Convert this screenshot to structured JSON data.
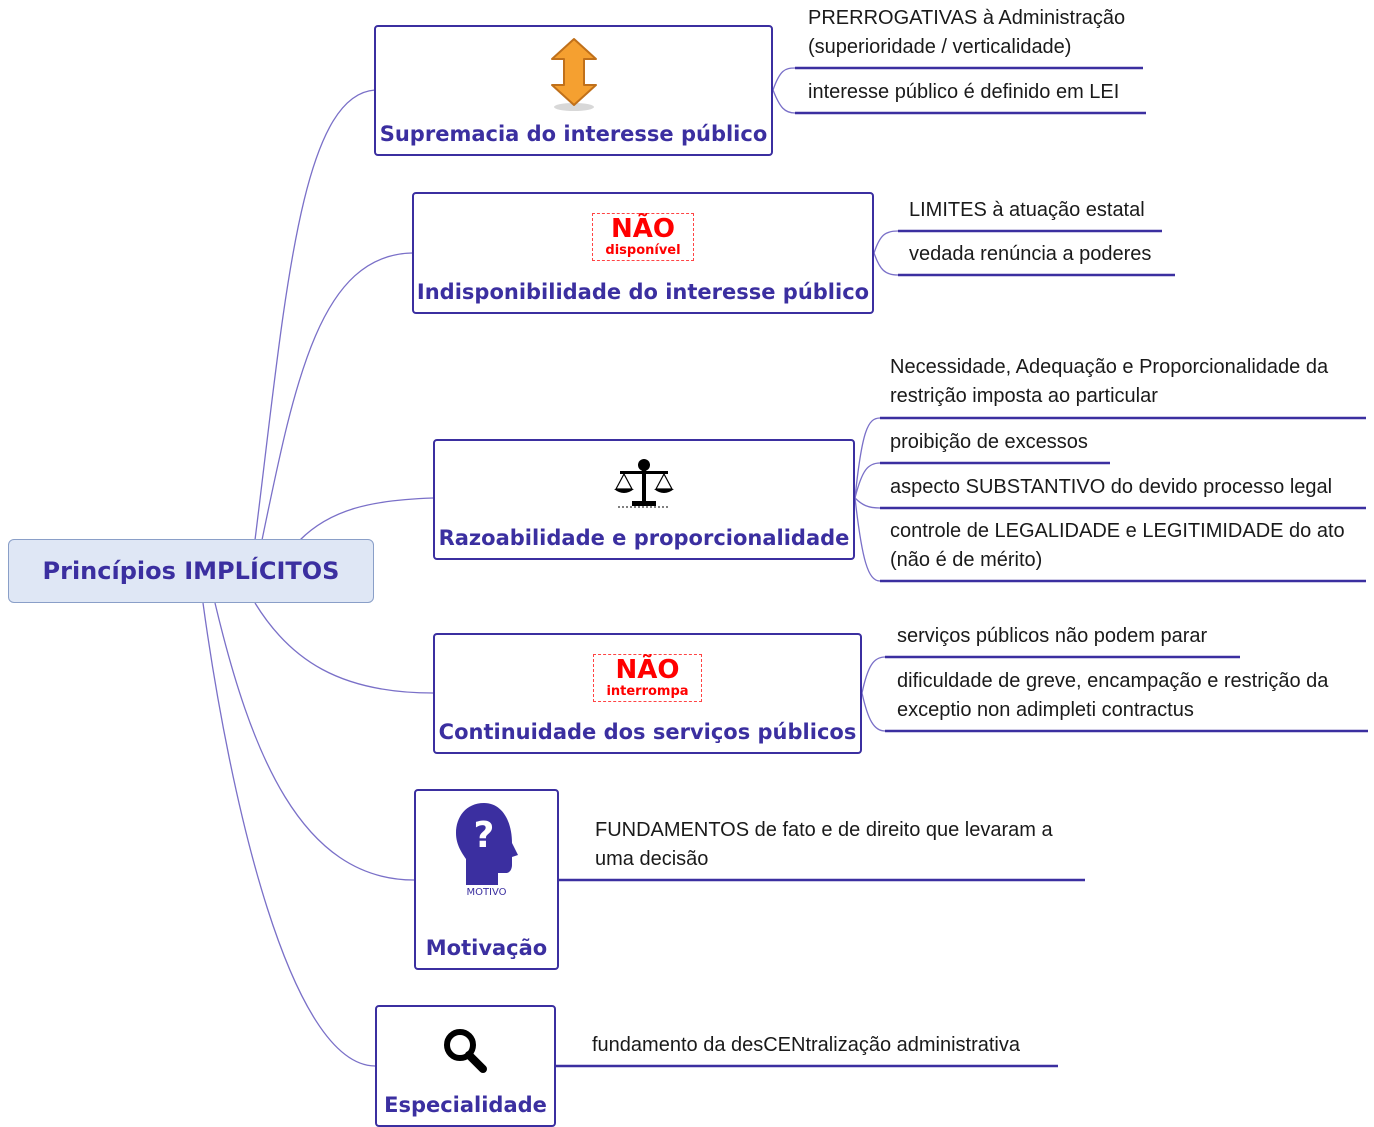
{
  "root": {
    "title": "Princípios IMPLÍCITOS"
  },
  "principles": [
    {
      "name": "Supremacia do interesse público",
      "icon": "up-down-arrow-icon",
      "details": [
        "PRERROGATIVAS à Administração",
        "(superioridade  / verticalidade)",
        "interesse público é definido em LEI"
      ]
    },
    {
      "name": "Indisponibilidade do interesse público",
      "stamp": {
        "big": "NÃO",
        "small": "disponível"
      },
      "details": [
        "LIMITES à atuação estatal",
        "vedada renúncia a poderes"
      ]
    },
    {
      "name": "Razoabilidade e proporcionalidade",
      "icon": "scales-of-justice-icon",
      "details": [
        "Necessidade, Adequação e Proporcionalidade da",
        "restrição imposta ao particular",
        "proibição de excessos",
        "aspecto SUBSTANTIVO do devido processo legal",
        "controle de LEGALIDADE e LEGITIMIDADE do ato",
        "(não é de mérito)"
      ]
    },
    {
      "name": "Continuidade dos serviços públicos",
      "stamp": {
        "big": "NÃO",
        "small": "interrompa"
      },
      "details": [
        "serviços públicos não podem parar",
        "dificuldade de greve, encampação e restrição da",
        "exceptio non adimpleti contractus"
      ]
    },
    {
      "name": "Motivação",
      "icon": "question-head-icon",
      "icon_caption": "MOTIVO",
      "details": [
        "FUNDAMENTOS de fato e de direito que levaram a",
        "uma decisão"
      ]
    },
    {
      "name": "Especialidade",
      "icon": "magnifier-icon",
      "details": [
        "fundamento da desCENtralização administrativa"
      ]
    }
  ],
  "colors": {
    "accent": "#3b2fa0",
    "connector": "#7a70c8",
    "stamp": "#ff0000",
    "root_fill": "#dfe7f5",
    "arrow": "#f5a030"
  }
}
